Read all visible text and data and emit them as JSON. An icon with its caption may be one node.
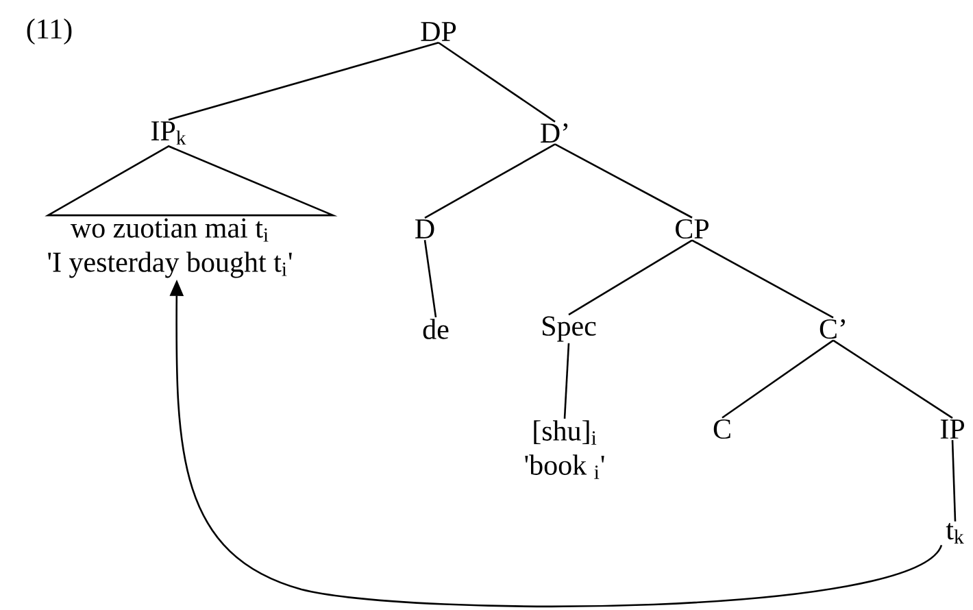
{
  "diagram": {
    "nodes": [
      {
        "text": [
          "DP"
        ]
      },
      {
        "text": [
          "IP$_{k}$"
        ]
      },
      {
        "text": [
          "wo zuotian mai t$_{i}$",
          "'I yesterday bought t$_{i}$'"
        ]
      },
      {
        "text": [
          "D’"
        ]
      },
      {
        "text": [
          "D"
        ]
      },
      {
        "text": [
          "CP"
        ]
      },
      {
        "text": [
          "de"
        ]
      },
      {
        "text": [
          "Spec"
        ]
      },
      {
        "text": [
          "C’"
        ]
      },
      {
        "text": [
          "[shu]$_{i}$",
          "'book $_{i}$'"
        ]
      },
      {
        "text": [
          "C"
        ]
      },
      {
        "text": [
          "IP"
        ]
      },
      {
        "text": [
          "t$_{k}$"
        ]
      }
    ],
    "edges": [
      {
        "from": 0,
        "to": 1,
        "arrow": "none"
      },
      {
        "from": 0,
        "to": 3,
        "arrow": "none"
      },
      {
        "from": 1,
        "to": 2,
        "arrow": "none"
      },
      {
        "from": 3,
        "to": 4,
        "arrow": "none"
      },
      {
        "from": 3,
        "to": 5,
        "arrow": "none"
      },
      {
        "from": 4,
        "to": 6,
        "arrow": "none"
      },
      {
        "from": 5,
        "to": 7,
        "arrow": "none"
      },
      {
        "from": 5,
        "to": 8,
        "arrow": "none"
      },
      {
        "from": 7,
        "to": 9,
        "arrow": "none"
      },
      {
        "from": 8,
        "to": 10,
        "arrow": "none"
      },
      {
        "from": 8,
        "to": 11,
        "arrow": "none"
      },
      {
        "from": 11,
        "to": 12,
        "arrow": "none"
      },
      {
        "from": 12,
        "to": 2,
        "arrow": "to"
      }
    ],
    "labels": [
      "(11)"
    ]
  }
}
